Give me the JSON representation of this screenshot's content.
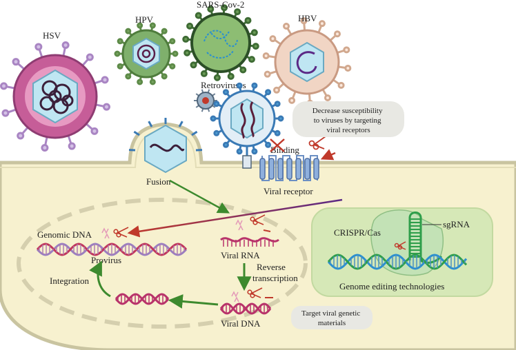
{
  "viruses": {
    "hsv": "HSV",
    "hpv": "HPV",
    "sars": "SARS-Cov-2",
    "hbv": "HBV",
    "retro": "Retroviruses"
  },
  "notes": {
    "receptor_lines": [
      "Decrease susceptibility",
      "to viruses by targeting",
      "viral receptors"
    ],
    "genetic_lines": [
      "Target viral genetic",
      "materials"
    ]
  },
  "labels": {
    "binding": "Binding",
    "viral_receptor": "Viral receptor",
    "fusion": "Fusion",
    "genomic_dna": "Genomic DNA",
    "provirus": "Provirus",
    "viral_rna": "Viral RNA",
    "reverse": "Reverse",
    "transcription": "transcription",
    "integration": "Integration",
    "viral_dna": "Viral DNA",
    "crispr": "CRISPR/Cas",
    "sgrna": "sgRNA",
    "genome_editing": "Genome editing technologies"
  },
  "colors": {
    "cytoplasm": "#f7f1cf",
    "membrane": "#c9c4a0",
    "nucleus_dash": "#d5cfae",
    "crispr_panel": "#d6e8b7",
    "note_box": "#e8e8e3",
    "arrow_green": "#3d8a2e",
    "arrow_red": "#c0392b",
    "hsv_body": "#d36aa0",
    "hpv_body": "#7fb06c",
    "sars_body": "#8dbd73",
    "hbv_body": "#f1d5c4",
    "capsid": "#bfe6f2",
    "rna": "#b8336a",
    "dna_blue": "#2a8fd0",
    "dna_green": "#2e9e4a"
  }
}
